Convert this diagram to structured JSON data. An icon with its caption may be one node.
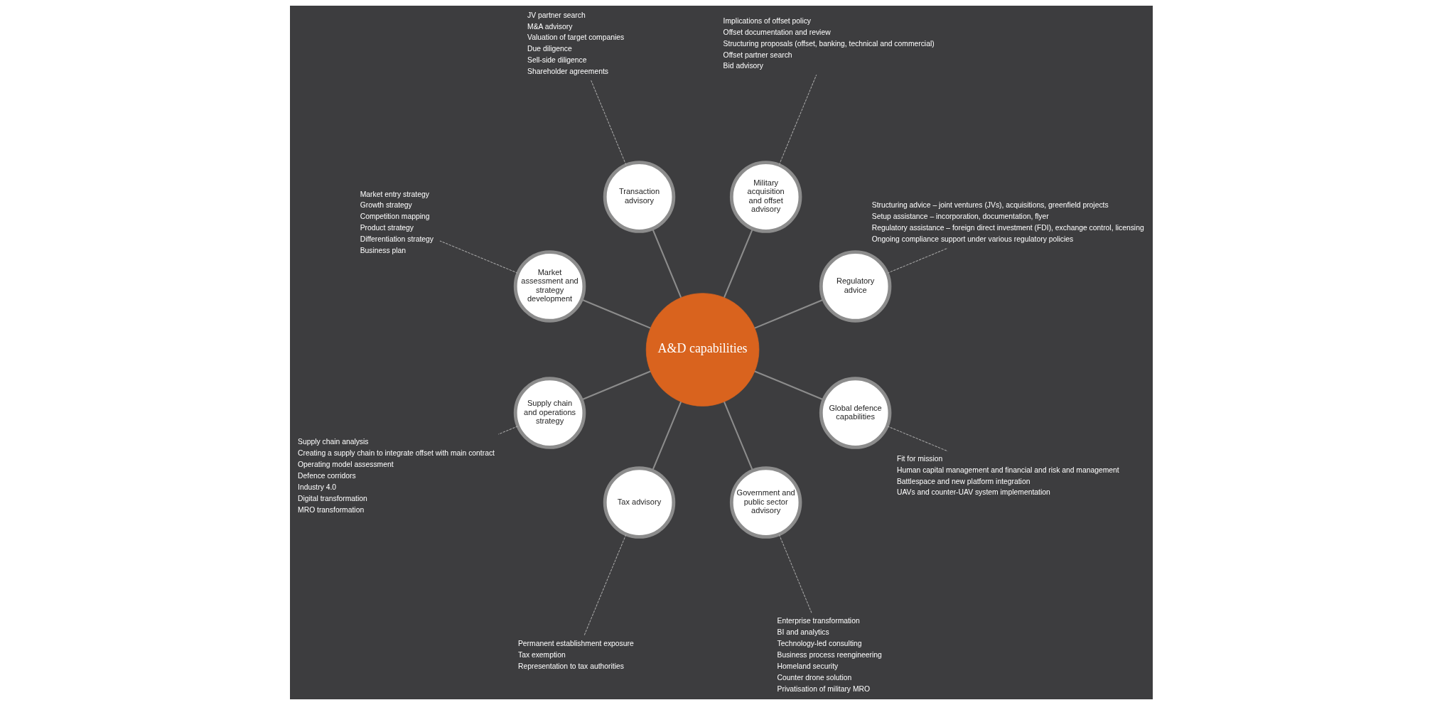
{
  "diagram": {
    "nodes": [
      {
        "text": [
          "A&D capabilities"
        ]
      },
      {
        "text": [
          "Regulatory advice"
        ]
      },
      {
        "text": [
          "Military acquisition and offset advisory"
        ]
      },
      {
        "text": [
          "Transaction advisory"
        ]
      },
      {
        "text": [
          "Market assessment and strategy development"
        ]
      },
      {
        "text": [
          "Supply chain and operations strategy"
        ]
      },
      {
        "text": [
          "Tax advisory"
        ]
      },
      {
        "text": [
          "Government and public sector advisory"
        ]
      },
      {
        "text": [
          "Global defence capabilities"
        ]
      },
      {
        "text": [
          "Structuring advice – joint ventures (JVs), acquisitions, greenfield projects",
          "Setup assistance – incorporation, documentation, flyer",
          "Regulatory assistance – foreign direct investment (FDI), exchange control, licensing",
          "Ongoing compliance support under various regulatory policies"
        ]
      },
      {
        "text": [
          "Implications of offset policy",
          "Offset documentation and review",
          "Structuring proposals (offset, banking, technical and commercial)",
          "Offset partner search",
          "Bid advisory"
        ]
      },
      {
        "text": [
          "JV partner search",
          "M&A advisory",
          "Valuation of target companies",
          "Due diligence",
          "Sell-side diligence",
          "Shareholder agreements"
        ]
      },
      {
        "text": [
          "Market entry strategy",
          "Growth strategy",
          "Competition mapping",
          "Product strategy",
          "Differentiation strategy",
          "Business plan"
        ]
      },
      {
        "text": [
          "Supply chain analysis",
          "Creating a supply chain to integrate offset with main contract",
          "Operating model assessment",
          "Defence corridors",
          "Industry 4.0",
          "Digital transformation",
          "MRO transformation"
        ]
      },
      {
        "text": [
          "Permanent establishment exposure",
          "Tax exemption",
          "Representation to tax authorities"
        ]
      },
      {
        "text": [
          "Enterprise transformation",
          "BI and analytics",
          "Technology-led consulting",
          "Business process reengineering",
          "Homeland security",
          "Counter drone solution",
          "Privatisation of military MRO"
        ]
      },
      {
        "text": [
          "Fit for mission",
          "Human capital management and financial and risk and management",
          "Battlespace and new platform integration",
          "UAVs and counter-UAV system implementation"
        ]
      }
    ],
    "edges": [
      {
        "from": 0,
        "to": 1,
        "arrow": "none"
      },
      {
        "from": 0,
        "to": 2,
        "arrow": "none"
      },
      {
        "from": 0,
        "to": 3,
        "arrow": "none"
      },
      {
        "from": 0,
        "to": 4,
        "arrow": "none"
      },
      {
        "from": 0,
        "to": 5,
        "arrow": "none"
      },
      {
        "from": 0,
        "to": 6,
        "arrow": "none"
      },
      {
        "from": 0,
        "to": 7,
        "arrow": "none"
      },
      {
        "from": 0,
        "to": 8,
        "arrow": "none"
      },
      {
        "from": 1,
        "to": 9,
        "arrow": "none",
        "style": "dashed"
      },
      {
        "from": 2,
        "to": 10,
        "arrow": "none",
        "style": "dashed"
      },
      {
        "from": 3,
        "to": 11,
        "arrow": "none",
        "style": "dashed"
      },
      {
        "from": 4,
        "to": 12,
        "arrow": "none",
        "style": "dashed"
      },
      {
        "from": 5,
        "to": 13,
        "arrow": "none",
        "style": "dashed"
      },
      {
        "from": 6,
        "to": 14,
        "arrow": "none",
        "style": "dashed"
      },
      {
        "from": 7,
        "to": 15,
        "arrow": "none",
        "style": "dashed"
      },
      {
        "from": 8,
        "to": 16,
        "arrow": "none",
        "style": "dashed"
      }
    ]
  }
}
